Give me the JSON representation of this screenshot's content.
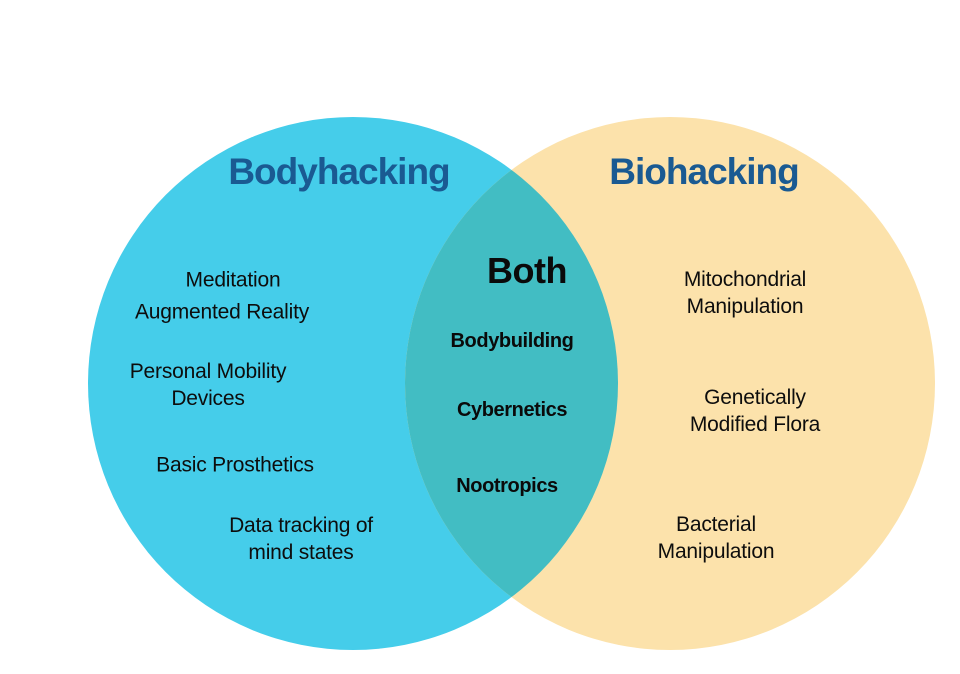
{
  "venn": {
    "title_color": "#1a5a92",
    "left": {
      "title": "Bodyhacking",
      "color": "#45cdea",
      "items": [
        "Meditation",
        "Augmented Reality",
        "Personal Mobility\nDevices",
        "Basic Prosthetics",
        "Data tracking of\nmind states"
      ]
    },
    "both": {
      "title": "Both",
      "color": "#42bdc3",
      "text_color": "#0a0a0a",
      "items": [
        "Bodybuilding",
        "Cybernetics",
        "Nootropics"
      ]
    },
    "right": {
      "title": "Biohacking",
      "color": "#fce2ab",
      "items": [
        "Mitochondrial\nManipulation",
        "Genetically\nModified Flora",
        "Bacterial\nManipulation"
      ]
    }
  }
}
